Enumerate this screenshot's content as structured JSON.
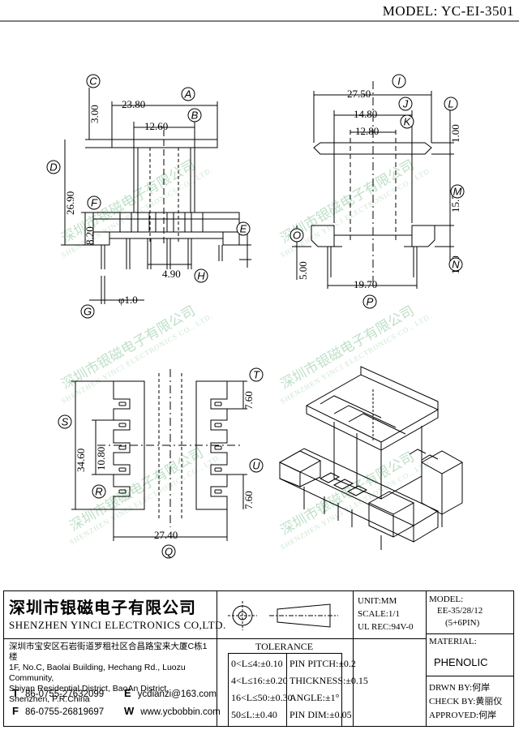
{
  "model_title": "MODEL: YC-EI-3501",
  "watermark": {
    "cn": "深圳市银磁电子有限公司",
    "en": "SHENZHEN YINCI ELECTRONICS CO., LTD."
  },
  "dims": {
    "A": "23.80",
    "B": "12.60",
    "C": "3.00",
    "D": "26.90",
    "F": "8.20",
    "H": "4.90",
    "G": "φ1.0",
    "I": "27.50",
    "J": "14.80",
    "K": "12.80",
    "L": "1.00",
    "M": "15.70",
    "O": "5.00",
    "N": "1.30",
    "P": "19.70",
    "S": "34.60",
    "R": "10.80",
    "T": "7.60",
    "U": "7.60",
    "Q": "27.40"
  },
  "letters": [
    "A",
    "B",
    "C",
    "D",
    "E",
    "F",
    "G",
    "H",
    "I",
    "J",
    "K",
    "L",
    "M",
    "N",
    "O",
    "P",
    "Q",
    "R",
    "S",
    "T",
    "U"
  ],
  "company": {
    "name_cn": "深圳市银磁电子有限公司",
    "name_en": "SHENZHEN YINCI ELECTRONICS CO,LTD.",
    "addr_cn": "深圳市宝安区石岩街道罗租社区合昌路宝来大厦C栋1楼",
    "addr_en1": "1F, No.C, Baolai Building, Hechang Rd., Luozu Community,",
    "addr_en2": "Shiyan Residential District, BaoAn District,",
    "addr_en3": "Shenzhen, P.R.China",
    "tel_label": "T",
    "tel": "86-0755-27632099",
    "fax_label": "F",
    "fax": "86-0755-26819697",
    "email_label": "E",
    "email": "ycdianzi@163.com",
    "web_label": "W",
    "web": "www.ycbobbin.com"
  },
  "spec": {
    "unit": "UNIT:MM",
    "scale": "SCALE:1/1",
    "ul": "UL REC:94V-0",
    "model_label": "MODEL:",
    "model_value": "EE-35/28/12",
    "pins": "(5+6PIN)",
    "material_label": "MATERIAL:",
    "material_value": "PHENOLIC"
  },
  "tolerance": {
    "title": "TOLERANCE",
    "rows": [
      [
        "0<L≤4:±0.10",
        "PIN PITCH:±0.2"
      ],
      [
        "4<L≤16:±0.20",
        "THICKNESS:±0.15"
      ],
      [
        "16<L≤50:±0.30",
        "ANGLE:±1°"
      ],
      [
        "50≤L:±0.40",
        "PIN DIM:±0.05"
      ]
    ]
  },
  "signoff": {
    "drawn_label": "DRWN BY:",
    "drawn": "何岸",
    "check_label": "CHECK BY:",
    "check": "黄丽仪",
    "approved_label": "APPROVED:",
    "approved": "何岸"
  }
}
